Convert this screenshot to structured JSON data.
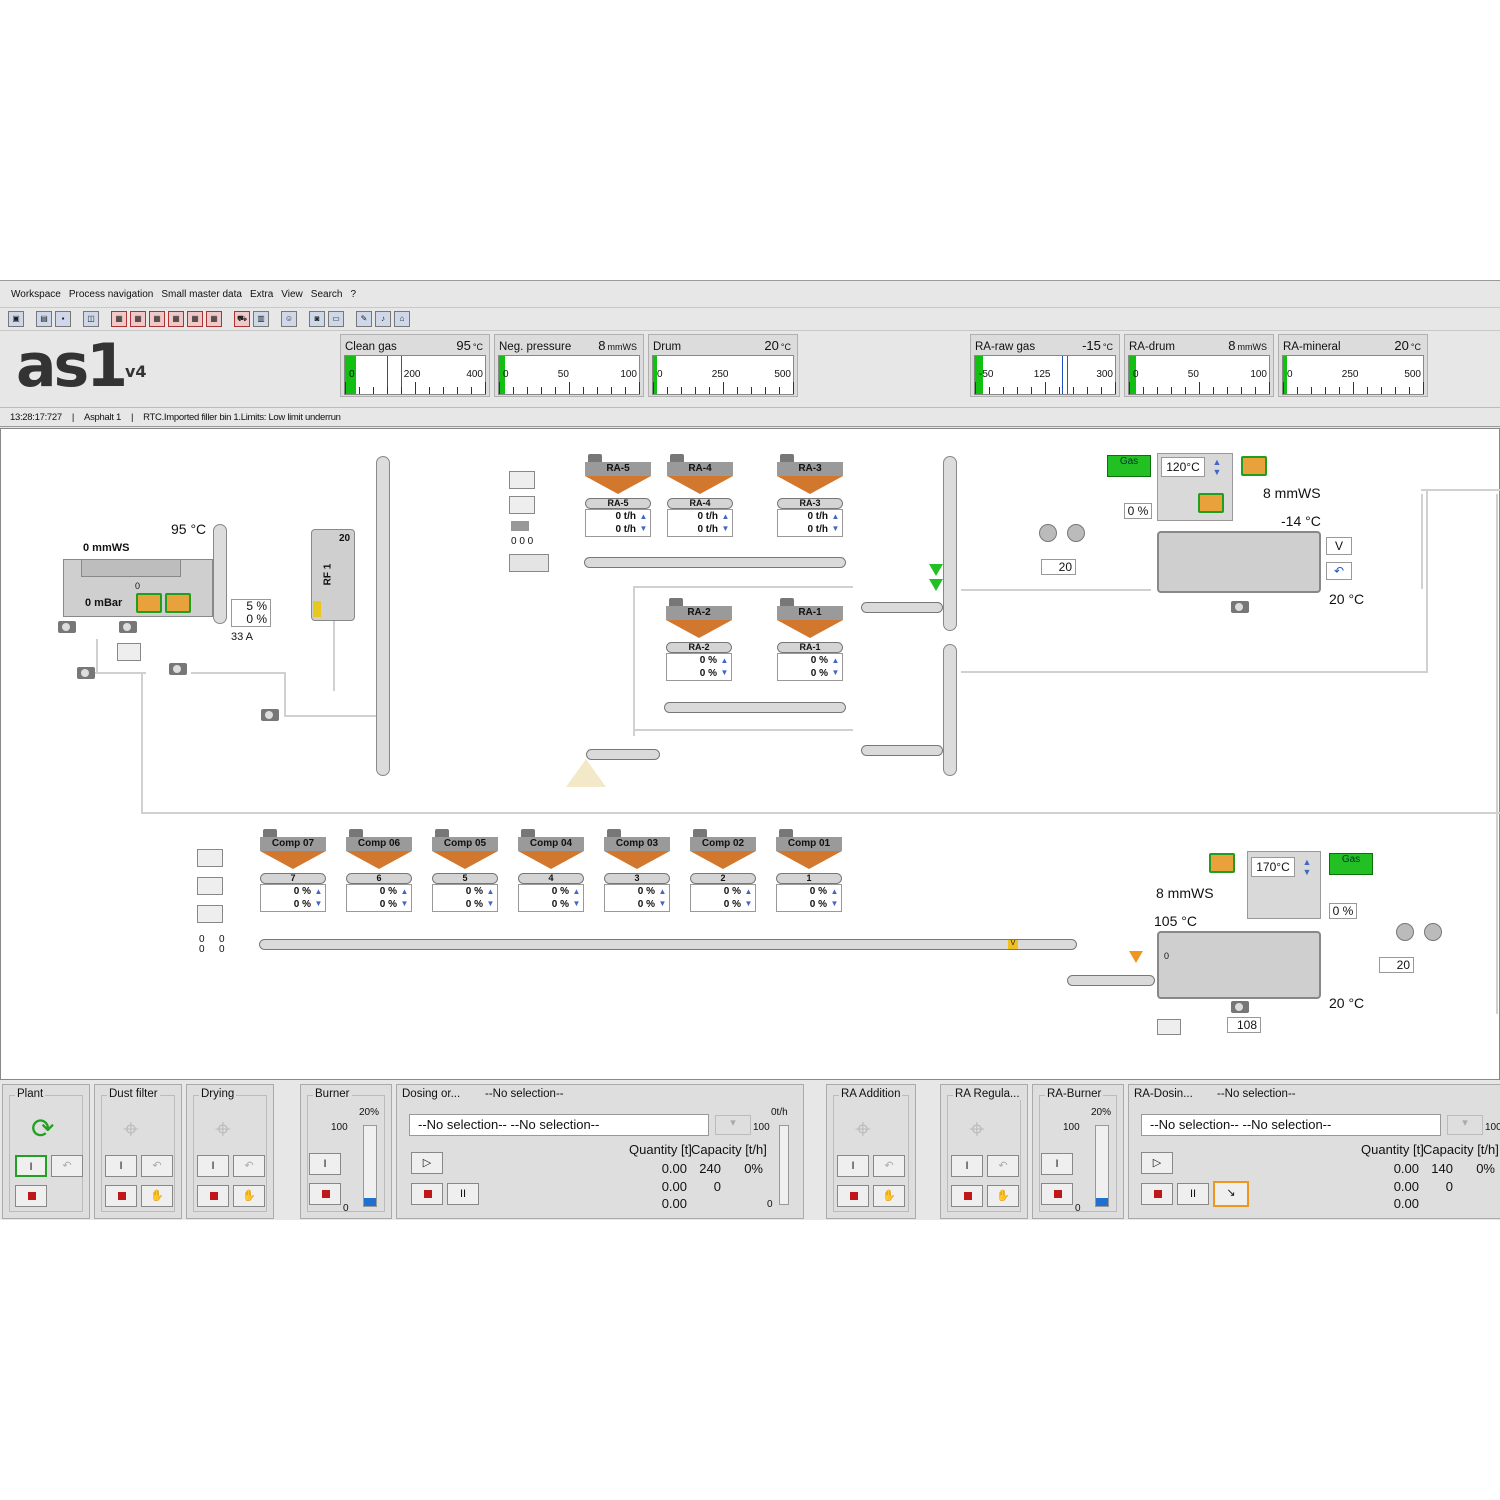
{
  "menu": [
    "Workspace",
    "Process navigation",
    "Small master data",
    "Extra",
    "View",
    "Search",
    "?"
  ],
  "logo": {
    "text": "as1",
    "sup": "v4"
  },
  "gauges": [
    {
      "label": "Clean gas",
      "value": "95",
      "unit": "°C",
      "ticks": [
        "0",
        "200",
        "400"
      ],
      "level": 0.08,
      "marks": [
        {
          "pos": 0.3,
          "color": "#2050c0"
        },
        {
          "pos": 0.4,
          "color": "#d02020"
        }
      ]
    },
    {
      "label": "Neg. pressure",
      "value": "8",
      "unit": "mmWS",
      "ticks": [
        "0",
        "50",
        "100"
      ],
      "level": 0.04,
      "marks": []
    },
    {
      "label": "Drum",
      "value": "20",
      "unit": "°C",
      "ticks": [
        "0",
        "250",
        "500"
      ],
      "level": 0.03,
      "marks": []
    },
    {
      "label": "RA-raw gas",
      "value": "-15",
      "unit": "°C",
      "ticks": [
        "-50",
        "125",
        "300"
      ],
      "level": 0.06,
      "marks": [
        {
          "pos": 0.62,
          "color": "#2050c0"
        },
        {
          "pos": 0.66,
          "color": "#d02020"
        }
      ]
    },
    {
      "label": "RA-drum",
      "value": "8",
      "unit": "mmWS",
      "ticks": [
        "0",
        "50",
        "100"
      ],
      "level": 0.05,
      "marks": []
    },
    {
      "label": "RA-mineral",
      "value": "20",
      "unit": "°C",
      "ticks": [
        "0",
        "250",
        "500"
      ],
      "level": 0.03,
      "marks": []
    }
  ],
  "status": {
    "time": "13:28:17:727",
    "sep": "|",
    "plant": "Asphalt 1",
    "message": "RTC.Imported filler bin 1.Limits: Low limit underrun"
  },
  "filter": {
    "pressure": "0 mmWS",
    "temp": "95 °C",
    "mbar": "0 mBar",
    "zero": "0",
    "pct1": "5 %",
    "pct2": "0 %",
    "amp": "33 A"
  },
  "rf": {
    "label": "RF 1",
    "value": "20"
  },
  "ra_bins_top": [
    {
      "name": "RA-5",
      "feeder": "RA-5",
      "v1": "0 t/h",
      "v2": "0 t/h"
    },
    {
      "name": "RA-4",
      "feeder": "RA-4",
      "v1": "0 t/h",
      "v2": "0 t/h"
    },
    {
      "name": "RA-3",
      "feeder": "RA-3",
      "v1": "0 t/h",
      "v2": "0 t/h"
    }
  ],
  "ra_bins_bottom": [
    {
      "name": "RA-2",
      "feeder": "RA-2",
      "v1": "0 %",
      "v2": "0 %"
    },
    {
      "name": "RA-1",
      "feeder": "RA-1",
      "v1": "0 %",
      "v2": "0 %"
    }
  ],
  "ra_counters": "0 0 0",
  "ra_burner": {
    "gas": "Gas",
    "setpoint": "120°C",
    "pct": "0 %",
    "pressure": "8 mmWS",
    "temp": "-14 °C",
    "fan": "20",
    "drum_temp": "20 °C",
    "v": "V"
  },
  "comp_bins": [
    {
      "name": "Comp 07",
      "feeder": "7",
      "v1": "0 %",
      "v2": "0 %"
    },
    {
      "name": "Comp 06",
      "feeder": "6",
      "v1": "0 %",
      "v2": "0 %"
    },
    {
      "name": "Comp 05",
      "feeder": "5",
      "v1": "0 %",
      "v2": "0 %"
    },
    {
      "name": "Comp 04",
      "feeder": "4",
      "v1": "0 %",
      "v2": "0 %"
    },
    {
      "name": "Comp 03",
      "feeder": "3",
      "v1": "0 %",
      "v2": "0 %"
    },
    {
      "name": "Comp 02",
      "feeder": "2",
      "v1": "0 %",
      "v2": "0 %"
    },
    {
      "name": "Comp 01",
      "feeder": "1",
      "v1": "0 %",
      "v2": "0 %"
    }
  ],
  "comp_counters": {
    "a": "0",
    "b": "0",
    "c": "0",
    "d": "0"
  },
  "belt_marker": "V",
  "main_burner": {
    "gas": "Gas",
    "setpoint": "170°C",
    "pct": "0 %",
    "pressure": "8 mmWS",
    "temp": "105 °C",
    "fan": "20",
    "drum_temp": "20 °C",
    "zero": "0",
    "speed": "108"
  },
  "panels": {
    "plant": "Plant",
    "dust": "Dust filter",
    "drying": "Drying",
    "burner": "Burner",
    "burner_pct": "20%",
    "burner_max": "100",
    "burner_min": "0",
    "dosing": "Dosing or...",
    "dosing_sel": "--No selection--",
    "sel1": "--No selection--",
    "sel2": "--No selection--",
    "quantity": "Quantity [t]",
    "capacity": "Capacity [t/h]",
    "q1": "0.00",
    "c1": "240",
    "p1": "0%",
    "q2": "0.00",
    "c2": "0",
    "q3": "0.00",
    "th": "0t/h",
    "bar_max": "100",
    "bar_min": "0",
    "ra_add": "RA Addition",
    "ra_reg": "RA Regula...",
    "ra_burner": "RA-Burner",
    "ra_burner_pct": "20%",
    "ra_dosing": "RA-Dosin...",
    "ra_dosing_sel": "--No selection--",
    "ra_sel1": "--No selection--",
    "ra_sel2": "--No selection--",
    "rq1": "0.00",
    "rc1": "140",
    "rp1": "0%",
    "rq2": "0.00",
    "rc2": "0",
    "rq3": "0.00",
    "rbar_max": "100"
  }
}
